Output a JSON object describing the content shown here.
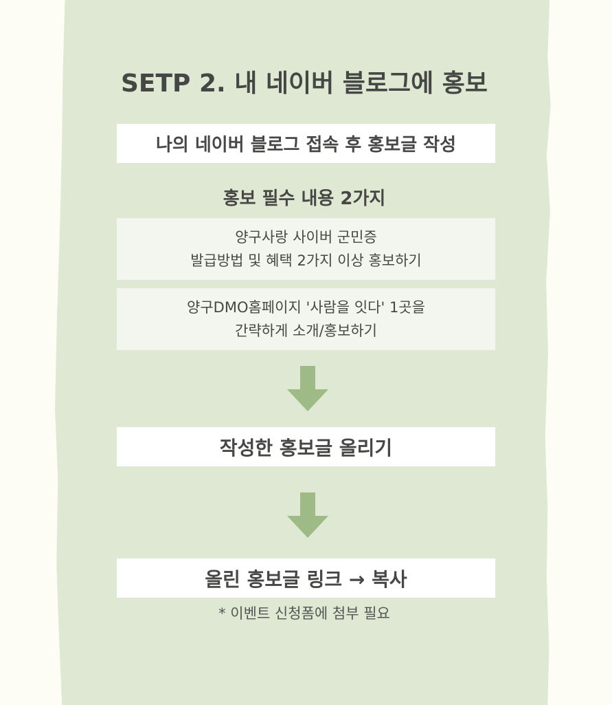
{
  "title": "SETP 2. 내 네이버 블로그에 홍보",
  "steps": {
    "step1": "나의 네이버 블로그 접속 후 홍보글 작성",
    "required_heading": "홍보 필수 내용 2가지",
    "required_items": [
      {
        "line1": "양구사랑 사이버 군민증",
        "line2": "발급방법 및 혜택 2가지 이상 홍보하기"
      },
      {
        "line1": "양구DMO홈페이지 '사람을 잇다' 1곳을",
        "line2": "간략하게 소개/홍보하기"
      }
    ],
    "step2": "작성한 홍보글 올리기",
    "step3": "올린 홍보글 링크 → 복사",
    "note": "* 이벤트 신청폼에 첨부 필요"
  },
  "icons": {
    "arrow1": "arrow-down-icon",
    "arrow2": "arrow-down-icon"
  },
  "colors": {
    "background": "#fdfdf6",
    "panel": "#dfe8d2",
    "arrow": "#9dba87",
    "text": "#474846",
    "box": "#ffffff",
    "box_light": "#f3f6ef"
  }
}
